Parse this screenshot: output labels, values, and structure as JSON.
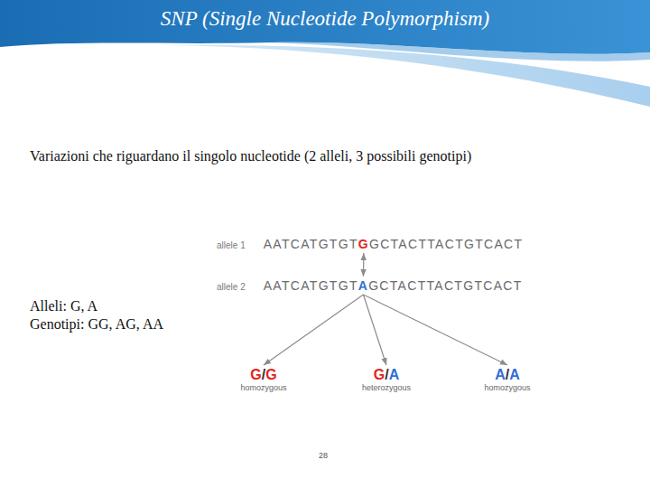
{
  "diagram": {
    "title": "SNP (Single Nucleotide Polymorphism)",
    "nodes": [
      {
        "text": [
          "allele 1",
          "AATCATGTGT",
          "G",
          "GCTACTTACTGTCACT"
        ]
      },
      {
        "text": [
          "allele 2",
          "AATCATGTGT",
          "A",
          "GCTACTTACTGTCACT"
        ]
      },
      {
        "text": [
          "G",
          "/",
          "G",
          "homozygous"
        ]
      },
      {
        "text": [
          "G",
          "/",
          "A",
          "heterozygous"
        ]
      },
      {
        "text": [
          "A",
          "/",
          "A",
          "homozygous"
        ]
      }
    ],
    "edges": [
      {
        "from": 0,
        "to": 1,
        "arrow": "both"
      },
      {
        "from": 1,
        "to": 2,
        "arrow": "to"
      },
      {
        "from": 1,
        "to": 3,
        "arrow": "to"
      },
      {
        "from": 1,
        "to": 4,
        "arrow": "to"
      }
    ],
    "labels": [
      "Variazioni che riguardano il singolo nucleotide (2 alleli, 3 possibili genotipi)",
      "Alleli: G, A",
      "Genotipi: GG, AG, AA",
      "28"
    ]
  }
}
